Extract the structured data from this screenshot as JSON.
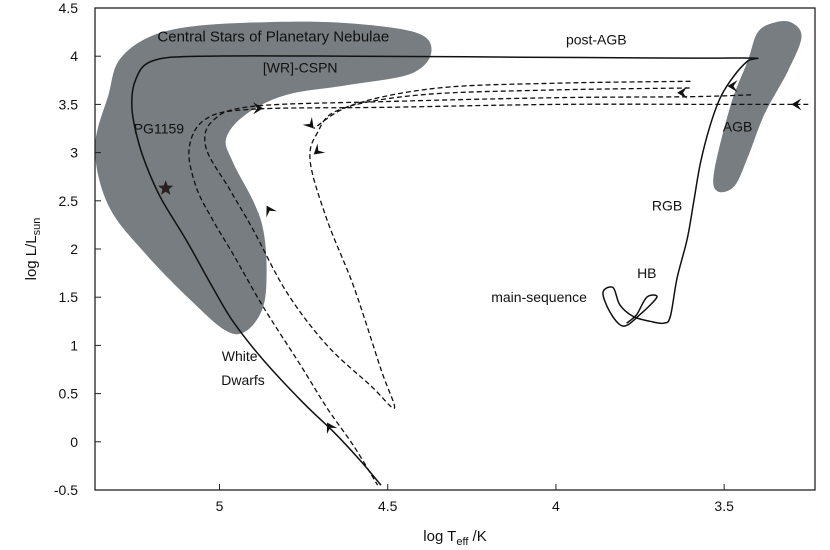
{
  "chart_data": {
    "type": "line",
    "title": "",
    "xlabel": {
      "main": "log T",
      "sub": "eff",
      "tail": " /K"
    },
    "ylabel": {
      "main": "log L/L",
      "sub": "sun"
    },
    "xlim": [
      5.37,
      3.23
    ],
    "ylim": [
      -0.5,
      4.5
    ],
    "x_reversed": true,
    "grid": false,
    "xticks": [
      5,
      4.5,
      4,
      3.5
    ],
    "xtick_labels": [
      "5",
      "4.5",
      "4",
      "3.5"
    ],
    "yticks": [
      -0.5,
      0,
      0.5,
      1,
      1.5,
      2,
      2.5,
      3,
      3.5,
      4,
      4.5
    ],
    "ytick_labels": [
      "-0.5",
      "0",
      "0.5",
      "1",
      "1.5",
      "2",
      "2.5",
      "3",
      "3.5",
      "4",
      "4.5"
    ],
    "colors": {
      "region_fill": "#777d80",
      "track": "#111111",
      "axis": "#222222"
    },
    "regions": [
      {
        "name": "cspn",
        "label": "Central Stars of Planetary Nebulae",
        "points": [
          [
            5.33,
            3.6
          ],
          [
            5.3,
            3.95
          ],
          [
            5.22,
            4.18
          ],
          [
            5.1,
            4.3
          ],
          [
            4.9,
            4.35
          ],
          [
            4.65,
            4.35
          ],
          [
            4.42,
            4.25
          ],
          [
            4.37,
            4.05
          ],
          [
            4.43,
            3.82
          ],
          [
            4.62,
            3.7
          ],
          [
            4.8,
            3.6
          ],
          [
            4.92,
            3.4
          ],
          [
            4.98,
            3.15
          ],
          [
            4.96,
            2.9
          ],
          [
            4.9,
            2.5
          ],
          [
            4.87,
            2.2
          ],
          [
            4.86,
            1.8
          ],
          [
            4.87,
            1.4
          ],
          [
            4.92,
            1.15
          ],
          [
            4.98,
            1.15
          ],
          [
            5.08,
            1.45
          ],
          [
            5.22,
            1.95
          ],
          [
            5.33,
            2.45
          ],
          [
            5.37,
            3.05
          ]
        ]
      },
      {
        "name": "agb",
        "points": [
          [
            3.53,
            2.8
          ],
          [
            3.48,
            3.5
          ],
          [
            3.43,
            3.95
          ],
          [
            3.4,
            4.25
          ],
          [
            3.35,
            4.35
          ],
          [
            3.3,
            4.35
          ],
          [
            3.27,
            4.2
          ],
          [
            3.31,
            3.85
          ],
          [
            3.38,
            3.4
          ],
          [
            3.43,
            2.95
          ],
          [
            3.47,
            2.65
          ],
          [
            3.52,
            2.6
          ]
        ]
      }
    ],
    "series": [
      {
        "style": "solid",
        "points": [
          [
            3.79,
            1.23
          ],
          [
            3.76,
            1.32
          ],
          [
            3.73,
            1.5
          ],
          [
            3.7,
            1.5
          ],
          [
            3.75,
            1.32
          ],
          [
            3.8,
            1.2
          ],
          [
            3.84,
            1.35
          ],
          [
            3.86,
            1.55
          ],
          [
            3.83,
            1.6
          ],
          [
            3.81,
            1.42
          ],
          [
            3.77,
            1.3
          ],
          [
            3.72,
            1.25
          ],
          [
            3.68,
            1.23
          ],
          [
            3.66,
            1.3
          ],
          [
            3.64,
            1.7
          ],
          [
            3.61,
            2.1
          ],
          [
            3.59,
            2.5
          ],
          [
            3.57,
            2.9
          ],
          [
            3.54,
            3.3
          ],
          [
            3.51,
            3.58
          ],
          [
            3.47,
            3.8
          ],
          [
            3.43,
            3.95
          ],
          [
            3.41,
            3.98
          ],
          [
            3.6,
            3.98
          ],
          [
            4.1,
            3.99
          ],
          [
            4.6,
            4.0
          ],
          [
            5.05,
            4.0
          ],
          [
            5.2,
            3.95
          ],
          [
            5.25,
            3.75
          ],
          [
            5.26,
            3.45
          ],
          [
            5.24,
            3.1
          ],
          [
            5.21,
            2.8
          ],
          [
            5.17,
            2.5
          ],
          [
            5.1,
            2.1
          ],
          [
            5.02,
            1.6
          ],
          [
            4.96,
            1.25
          ],
          [
            4.87,
            0.85
          ],
          [
            4.75,
            0.4
          ],
          [
            4.66,
            0.1
          ],
          [
            4.58,
            -0.2
          ],
          [
            4.52,
            -0.45
          ]
        ]
      },
      {
        "style": "dashed",
        "points": [
          [
            3.25,
            3.5
          ],
          [
            3.5,
            3.5
          ],
          [
            4.0,
            3.5
          ],
          [
            4.5,
            3.47
          ],
          [
            4.9,
            3.45
          ],
          [
            5.04,
            3.35
          ],
          [
            5.09,
            3.05
          ],
          [
            5.07,
            2.65
          ],
          [
            5.02,
            2.3
          ],
          [
            4.96,
            1.95
          ],
          [
            4.87,
            1.4
          ],
          [
            4.76,
            0.8
          ],
          [
            4.68,
            0.35
          ],
          [
            4.6,
            -0.05
          ],
          [
            4.53,
            -0.45
          ]
        ]
      },
      {
        "style": "dashed",
        "points": [
          [
            3.42,
            3.6
          ],
          [
            3.6,
            3.58
          ],
          [
            4.0,
            3.57
          ],
          [
            4.5,
            3.53
          ],
          [
            4.9,
            3.48
          ],
          [
            5.02,
            3.33
          ],
          [
            5.04,
            3.05
          ],
          [
            4.97,
            2.62
          ],
          [
            4.9,
            2.2
          ],
          [
            4.8,
            1.55
          ],
          [
            4.68,
            1.0
          ],
          [
            4.55,
            0.58
          ],
          [
            4.48,
            0.35
          ],
          [
            4.52,
            0.75
          ],
          [
            4.6,
            1.6
          ],
          [
            4.68,
            2.3
          ],
          [
            4.73,
            2.9
          ],
          [
            4.71,
            3.2
          ],
          [
            4.64,
            3.45
          ],
          [
            4.4,
            3.6
          ],
          [
            4.0,
            3.65
          ],
          [
            3.6,
            3.67
          ]
        ]
      },
      {
        "style": "dashed",
        "points": [
          [
            3.6,
            3.74
          ],
          [
            4.0,
            3.72
          ],
          [
            4.35,
            3.67
          ],
          [
            4.6,
            3.5
          ],
          [
            4.72,
            3.25
          ]
        ]
      }
    ],
    "arrows": [
      [
        3.49,
        3.69,
        0
      ],
      [
        3.64,
        3.62,
        0
      ],
      [
        3.3,
        3.5,
        0
      ],
      [
        4.87,
        3.46,
        180
      ],
      [
        4.86,
        2.45,
        60
      ],
      [
        4.72,
        2.98,
        -40
      ],
      [
        4.72,
        3.25,
        -130
      ],
      [
        4.68,
        0.2,
        60
      ]
    ],
    "annotations": [
      {
        "text": "Central Stars of Planetary Nebulae",
        "x": 4.84,
        "y": 4.15,
        "anchor": "middle",
        "size": "big"
      },
      {
        "text": "post-AGB",
        "x": 3.88,
        "y": 4.12,
        "anchor": "middle"
      },
      {
        "text": "[WR]-CSPN",
        "x": 4.76,
        "y": 3.83,
        "anchor": "middle"
      },
      {
        "text": "PG1159",
        "x": 5.18,
        "y": 3.2,
        "anchor": "middle"
      },
      {
        "text": "AGB",
        "x": 3.46,
        "y": 3.22,
        "anchor": "middle"
      },
      {
        "text": "RGB",
        "x": 3.67,
        "y": 2.4,
        "anchor": "middle"
      },
      {
        "text": "HB",
        "x": 3.73,
        "y": 1.7,
        "anchor": "middle"
      },
      {
        "text": "main-sequence",
        "x": 4.05,
        "y": 1.45,
        "anchor": "middle"
      },
      {
        "text": "White",
        "x": 4.94,
        "y": 0.84,
        "anchor": "middle"
      },
      {
        "text": "Dwarfs",
        "x": 4.93,
        "y": 0.59,
        "anchor": "middle"
      }
    ],
    "star_marker": {
      "x": 5.16,
      "y": 2.63
    }
  }
}
